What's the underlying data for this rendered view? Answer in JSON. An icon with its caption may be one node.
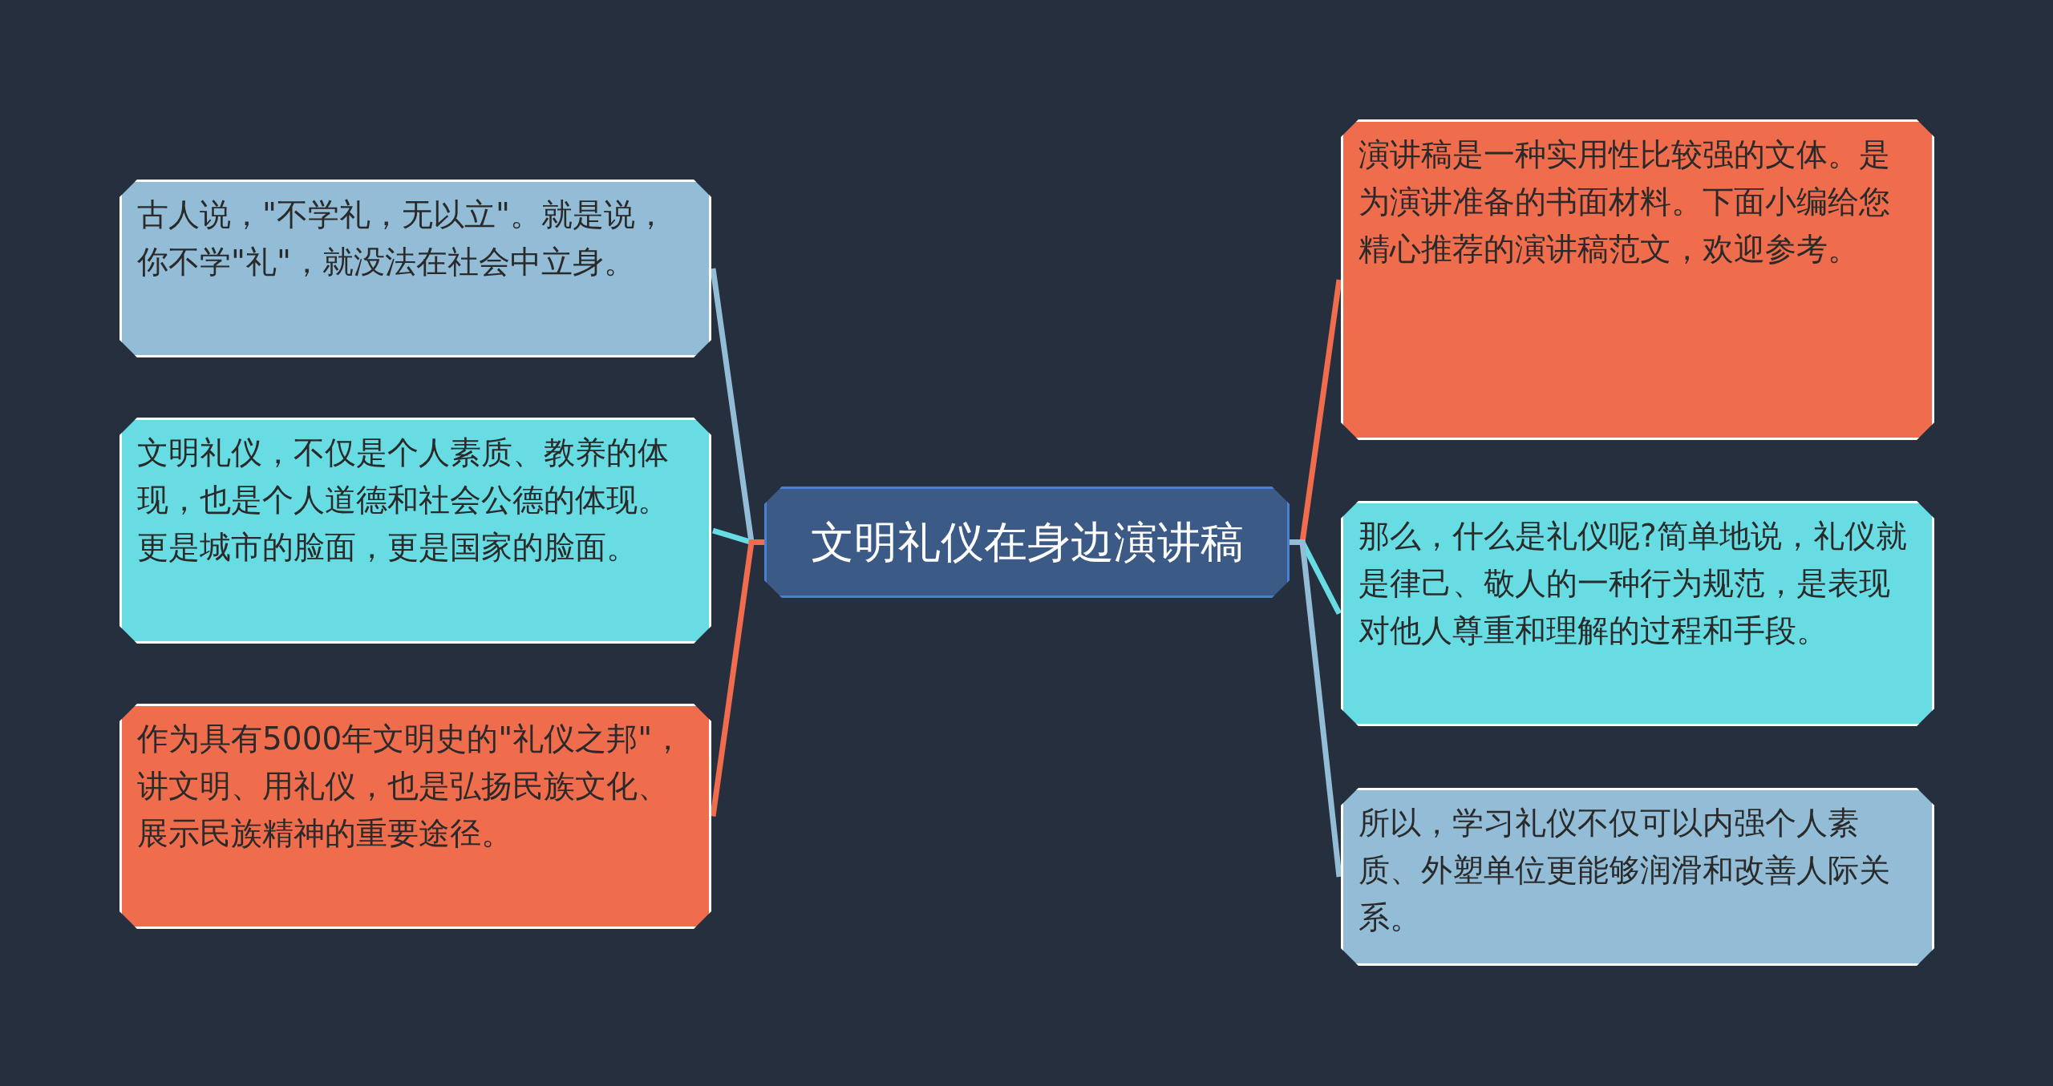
{
  "diagram": {
    "nodes": [
      {
        "text": [
          "文明礼仪在身边演讲稿"
        ]
      },
      {
        "text": [
          "古人说，\"不学礼，无以立\"。就是说，你不学\"礼\"，就没法在社会中立身。"
        ]
      },
      {
        "text": [
          "文明礼仪，不仅是个人素质、教养的体现，也是个人道德和社会公德的体现。更是城市的脸面，更是国家的脸面。"
        ]
      },
      {
        "text": [
          "作为具有5000年文明史的\"礼仪之邦\"，讲文明、用礼仪，也是弘扬民族文化、展示民族精神的重要途径。"
        ]
      },
      {
        "text": [
          "演讲稿是一种实用性比较强的文体。是为演讲准备的书面材料。下面小编给您精心推荐的演讲稿范文，欢迎参考。"
        ]
      },
      {
        "text": [
          "那么，什么是礼仪呢?简单地说，礼仪就是律己、敬人的一种行为规范，是表现对他人尊重和理解的过程和手段。"
        ]
      },
      {
        "text": [
          "所以，学习礼仪不仅可以内强个人素质、外塑单位更能够润滑和改善人际关系。"
        ]
      }
    ],
    "edges": [
      {
        "from": 0,
        "to": 1,
        "arrow": "none",
        "color": "#93bcd6"
      },
      {
        "from": 0,
        "to": 2,
        "arrow": "none",
        "color": "#67dde3"
      },
      {
        "from": 0,
        "to": 3,
        "arrow": "none",
        "color": "#ef6c4c"
      },
      {
        "from": 0,
        "to": 4,
        "arrow": "none",
        "color": "#ef6c4c"
      },
      {
        "from": 0,
        "to": 5,
        "arrow": "none",
        "color": "#67dde3"
      },
      {
        "from": 0,
        "to": 6,
        "arrow": "none",
        "color": "#93bcd6"
      }
    ]
  }
}
